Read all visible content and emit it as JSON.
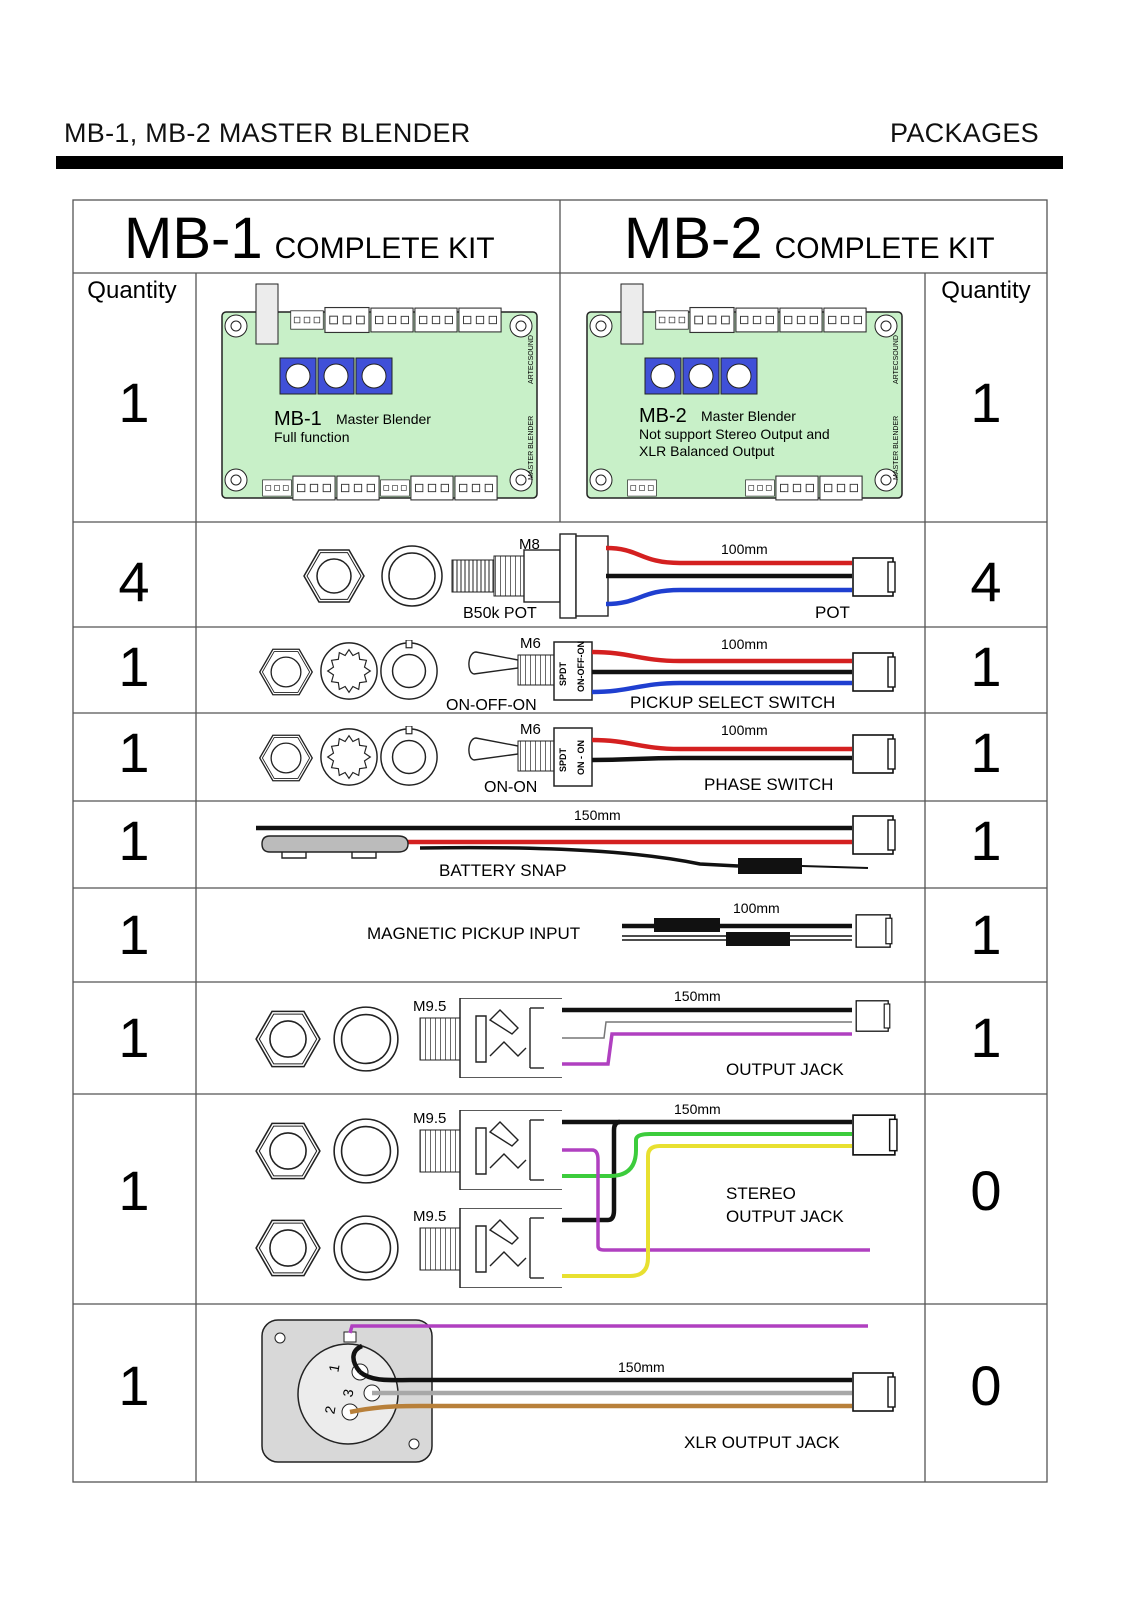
{
  "header": {
    "title": "MB-1, MB-2 MASTER BLENDER",
    "section": "PACKAGES"
  },
  "kits": [
    {
      "name": "MB-1",
      "suffix": "COMPLETE KIT",
      "quantity_label": "Quantity"
    },
    {
      "name": "MB-2",
      "suffix": "COMPLETE KIT",
      "quantity_label": "Quantity"
    }
  ],
  "boards": [
    {
      "model": "MB-1",
      "desc": "Master Blender",
      "notes": [
        "Full function"
      ],
      "side_label": "MASTER BLENDER",
      "brand": "ARTECSOUND"
    },
    {
      "model": "MB-2",
      "desc": "Master Blender",
      "notes": [
        "Not support Stereo Output and",
        "XLR Balanced Output"
      ],
      "side_label": "MASTER BLENDER",
      "brand": "ARTECSOUND"
    }
  ],
  "rows": [
    {
      "id": "board",
      "mb1": "1",
      "mb2": "1"
    },
    {
      "id": "pot",
      "mb1": "4",
      "mb2": "4",
      "labels": {
        "thread": "M8",
        "part": "B50k POT",
        "length": "100mm",
        "name": "POT"
      }
    },
    {
      "id": "pickup-switch",
      "mb1": "1",
      "mb2": "1",
      "labels": {
        "thread": "M6",
        "mode": "ON-OFF-ON",
        "length": "100mm",
        "name": "PICKUP SELECT SWITCH",
        "body": "SPDT",
        "body2": "ON-OFF-ON"
      }
    },
    {
      "id": "phase-switch",
      "mb1": "1",
      "mb2": "1",
      "labels": {
        "thread": "M6",
        "mode": "ON-ON",
        "length": "100mm",
        "name": "PHASE SWITCH",
        "body": "SPDT",
        "body2": "ON - ON"
      }
    },
    {
      "id": "battery",
      "mb1": "1",
      "mb2": "1",
      "labels": {
        "length": "150mm",
        "name": "BATTERY SNAP"
      }
    },
    {
      "id": "mag-input",
      "mb1": "1",
      "mb2": "1",
      "labels": {
        "length": "100mm",
        "name": "MAGNETIC PICKUP INPUT"
      }
    },
    {
      "id": "output-jack",
      "mb1": "1",
      "mb2": "1",
      "labels": {
        "thread": "M9.5",
        "length": "150mm",
        "name": "OUTPUT JACK"
      }
    },
    {
      "id": "stereo-jack",
      "mb1": "1",
      "mb2": "0",
      "labels": {
        "thread1": "M9.5",
        "thread2": "M9.5",
        "length": "150mm",
        "name1": "STEREO",
        "name2": "OUTPUT JACK"
      }
    },
    {
      "id": "xlr-jack",
      "mb1": "1",
      "mb2": "0",
      "labels": {
        "length": "150mm",
        "name": "XLR OUTPUT JACK",
        "pin1": "1",
        "pin2": "2",
        "pin3": "3"
      }
    }
  ],
  "colors": {
    "board": "#c8f0c8",
    "pot_blue": "#2a3fd6",
    "wire_red": "#d42020",
    "wire_blue": "#1f3fd0",
    "wire_green": "#3ccc3c",
    "wire_yellow": "#f0e040",
    "wire_purple": "#b040c0",
    "wire_gray": "#a8a8a8",
    "wire_brown": "#b8803a",
    "plate": "#d8d8d8"
  }
}
